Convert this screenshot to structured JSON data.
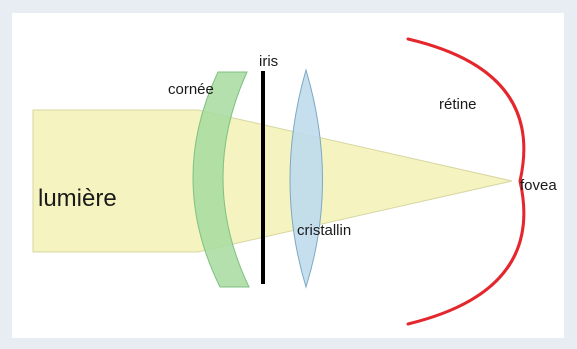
{
  "diagram": {
    "labels": {
      "lumiere": "lumière",
      "cornee": "cornée",
      "iris": "iris",
      "retine": "rétine",
      "fovea": "fovea",
      "cristallin": "cristallin"
    },
    "colors": {
      "frame": "#e7edf2",
      "panel_background": "#ffffff",
      "light_beam": "#f5f3bf",
      "beam_outline": "#d7d7a4",
      "cornea": "#a8dca0",
      "cornea_outline": "#7fc183",
      "lens": "#bfdced",
      "lens_outline": "#7ea8c2",
      "iris": "#000000",
      "retina": "#e3272d"
    }
  }
}
